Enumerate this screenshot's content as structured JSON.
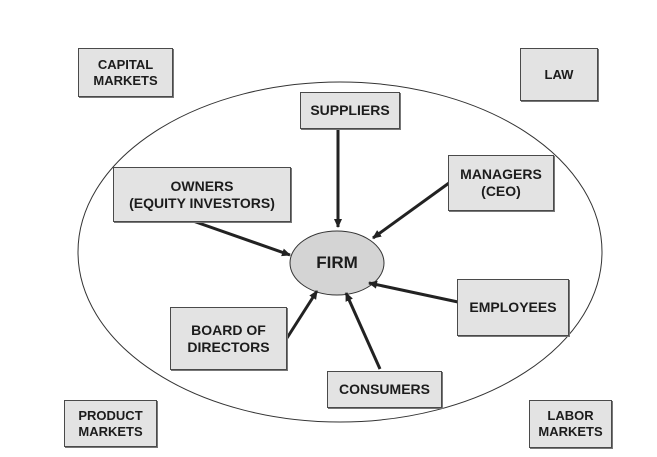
{
  "diagram": {
    "center": {
      "label": "FIRM"
    },
    "inner_nodes": {
      "suppliers": "SUPPLIERS",
      "managers": "MANAGERS\n(CEO)",
      "owners": "OWNERS\n(EQUITY INVESTORS)",
      "employees": "EMPLOYEES",
      "board": "BOARD OF\nDIRECTORS",
      "consumers": "CONSUMERS"
    },
    "outer_nodes": {
      "capital_markets": "CAPITAL\nMARKETS",
      "law": "LAW",
      "product_markets": "PRODUCT\nMARKETS",
      "labor_markets": "LABOR\nMARKETS"
    }
  }
}
